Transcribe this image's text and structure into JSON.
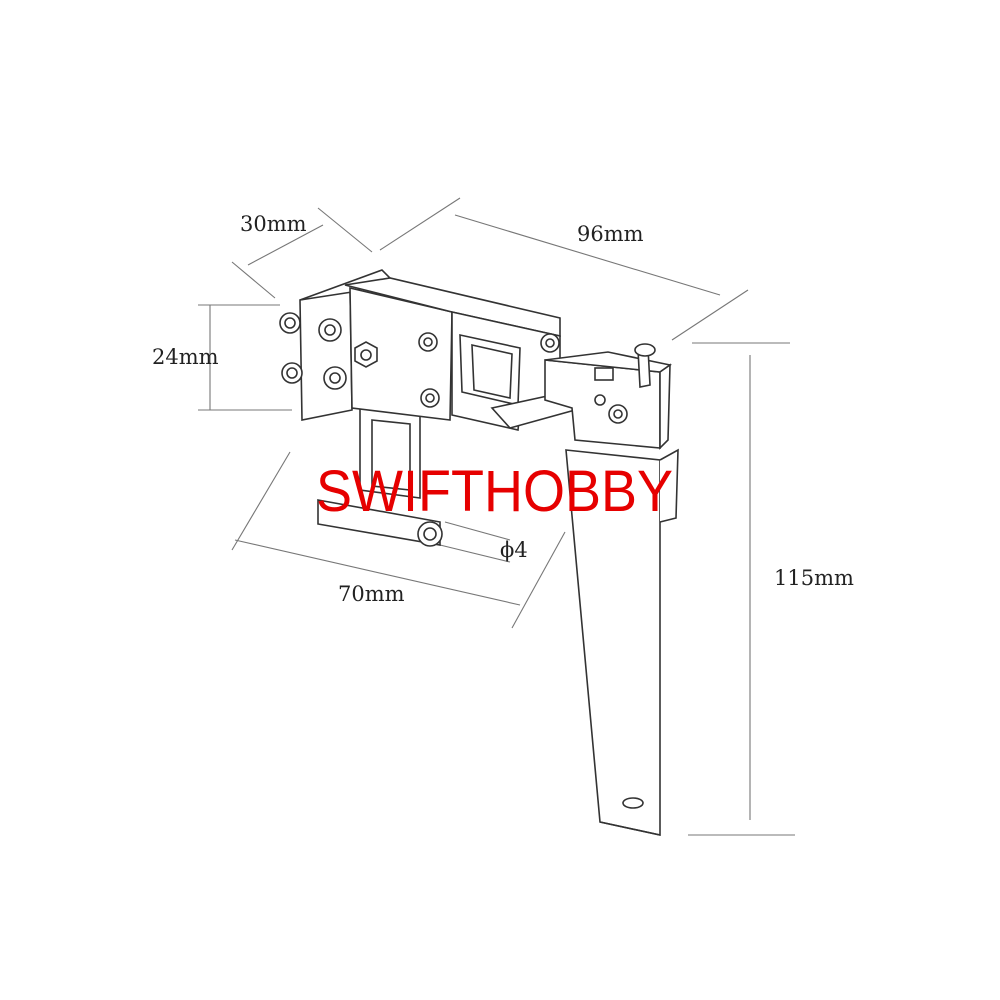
{
  "dimensions": {
    "width_top_label": "30mm",
    "length_top_label": "96mm",
    "height_left_label": "24mm",
    "bottom_length_label": "70mm",
    "shaft_diameter_label": "ϕ4",
    "total_height_label": "115mm"
  },
  "watermark": {
    "text": "SWIFTHOBBY",
    "color": "#e60000"
  },
  "colors": {
    "line": "#333333",
    "dimension_line": "#777777",
    "background": "#ffffff"
  }
}
